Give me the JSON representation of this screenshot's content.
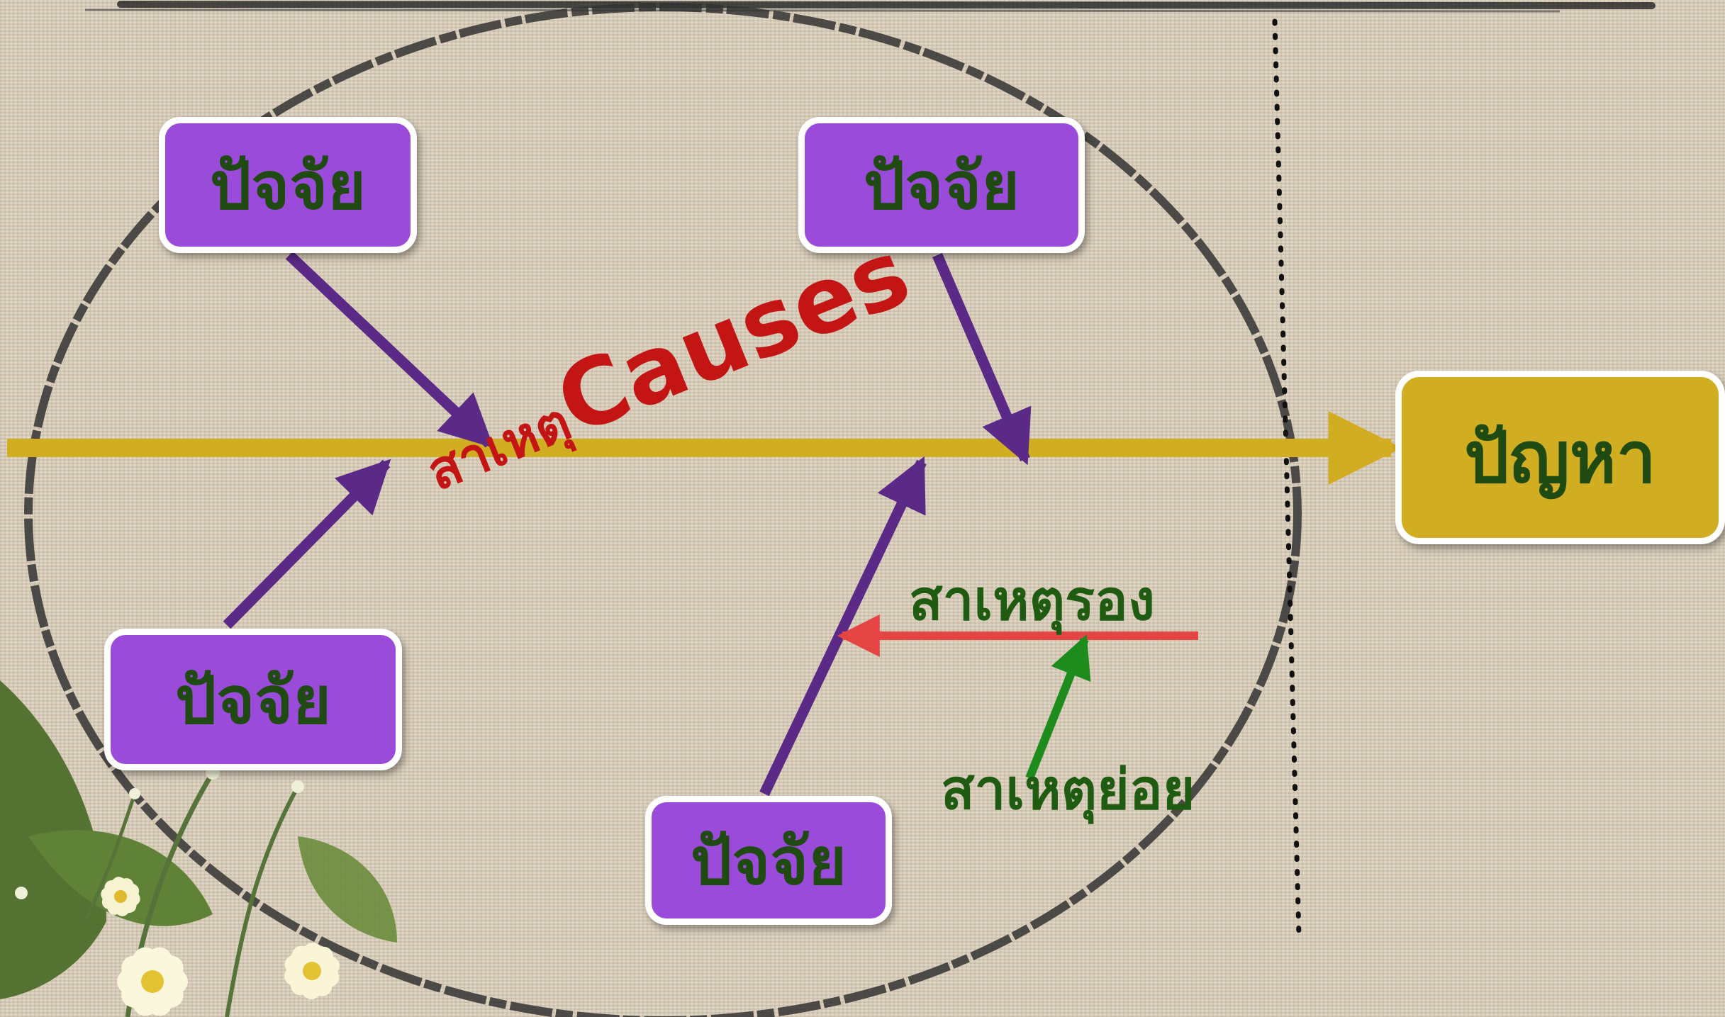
{
  "diagram": {
    "problem": "ปัญหา",
    "factors": [
      "ปัจจัย",
      "ปัจจัย",
      "ปัจจัย",
      "ปัจจัย"
    ],
    "causes_thai": "สาเหตุ",
    "causes_english": "Causes",
    "secondary_cause": "สาเหตุรอง",
    "sub_cause": "สาเหตุย่อย"
  },
  "colors": {
    "spine": "#d1ad22",
    "factor_box": "#9b4bd9",
    "factor_arrow": "#5a2a86",
    "secondary_arrow": "#e64545",
    "sub_arrow": "#1d8c1d",
    "label_red": "#c41515",
    "label_green": "#1f5c12"
  }
}
